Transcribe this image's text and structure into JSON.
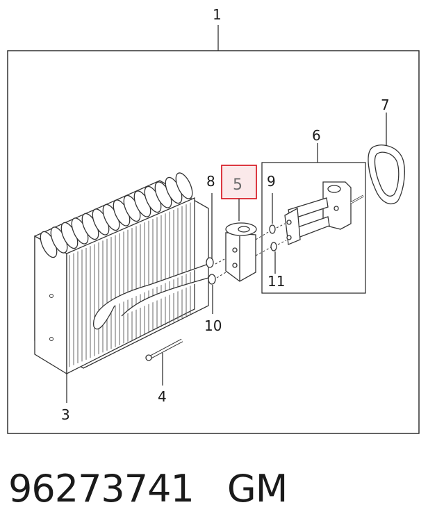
{
  "diagram": {
    "callouts": {
      "c1": "1",
      "c3": "3",
      "c4": "4",
      "c5": "5",
      "c6": "6",
      "c7": "7",
      "c8": "8",
      "c9": "9",
      "c10": "10",
      "c11": "11"
    },
    "highlight_color": "#d9232e",
    "highlight_fill": "#fbe9ea"
  },
  "caption": {
    "part_number": "96273741",
    "brand": "GM"
  }
}
